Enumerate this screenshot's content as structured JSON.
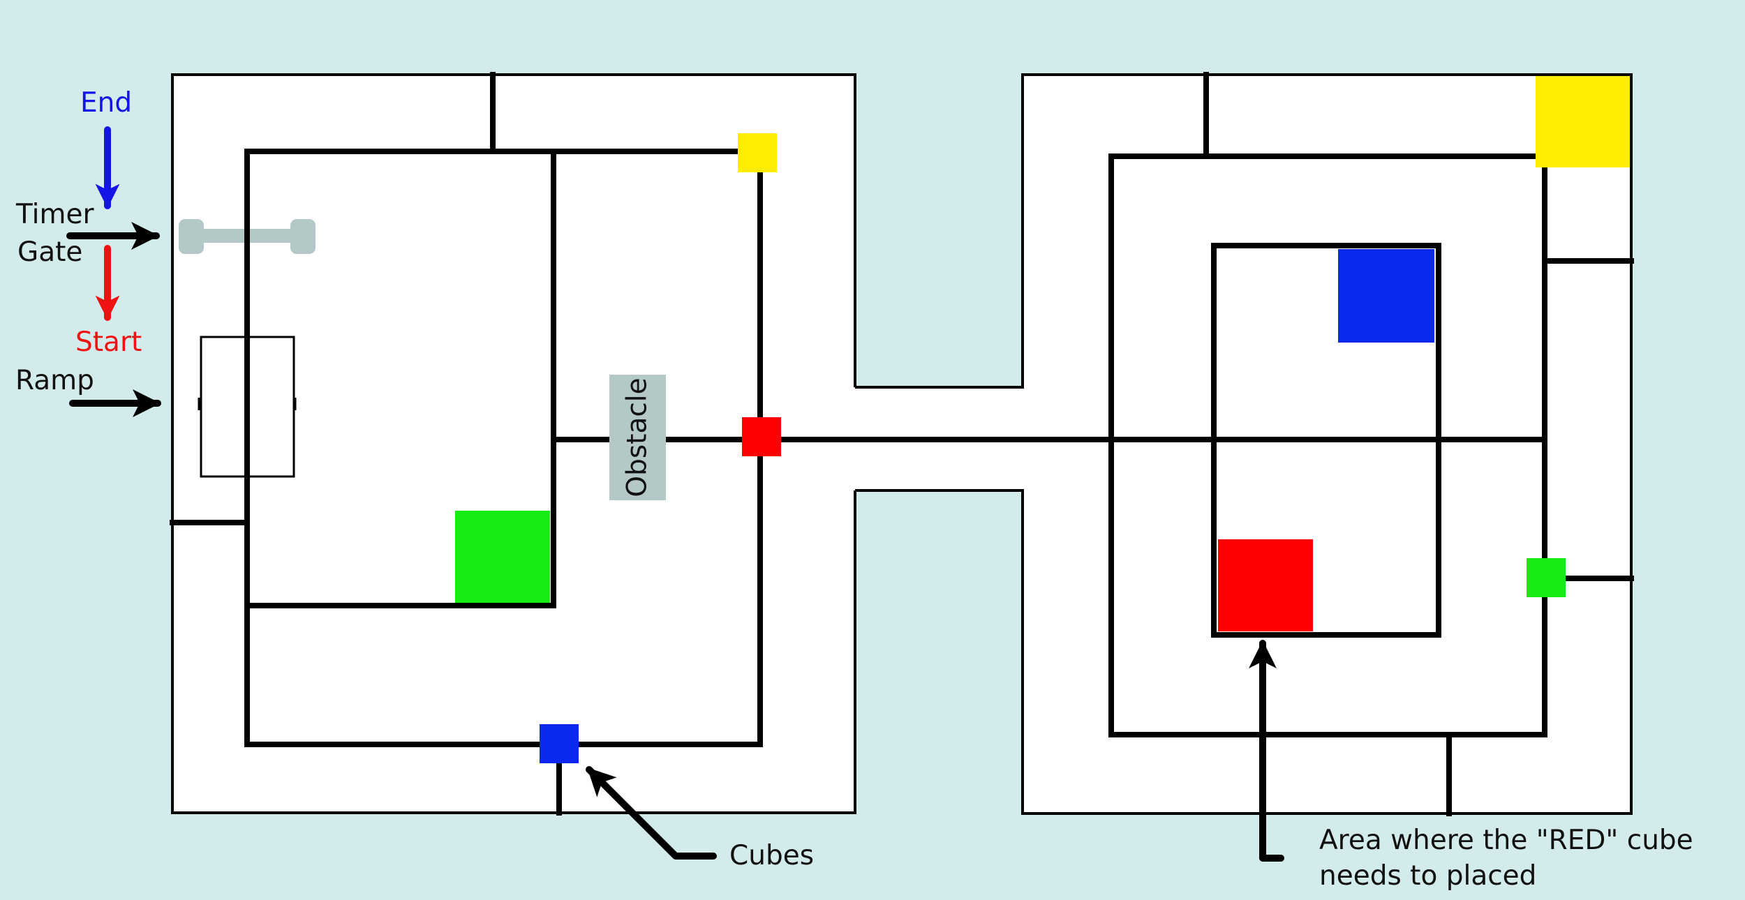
{
  "labels": {
    "end": "End",
    "timer_line1": "Timer",
    "timer_line2": "Gate",
    "start": "Start",
    "ramp": "Ramp",
    "obstacle": "Obstacle",
    "cubes": "Cubes",
    "area_line1": "Area where the \"RED\" cube",
    "area_line2": "needs to placed"
  },
  "colors": {
    "background": "#d4ebec",
    "floor": "#ffffff",
    "wall": "#000000",
    "end_arrow": "#1414e6",
    "start_arrow": "#ef1212",
    "gate": "#b4c8c8",
    "obstacle": "#b4c8c8",
    "cube_red": "#ff0000",
    "cube_green": "#14ec14",
    "cube_blue": "#0a28ee",
    "cube_yellow": "#ffee00"
  }
}
